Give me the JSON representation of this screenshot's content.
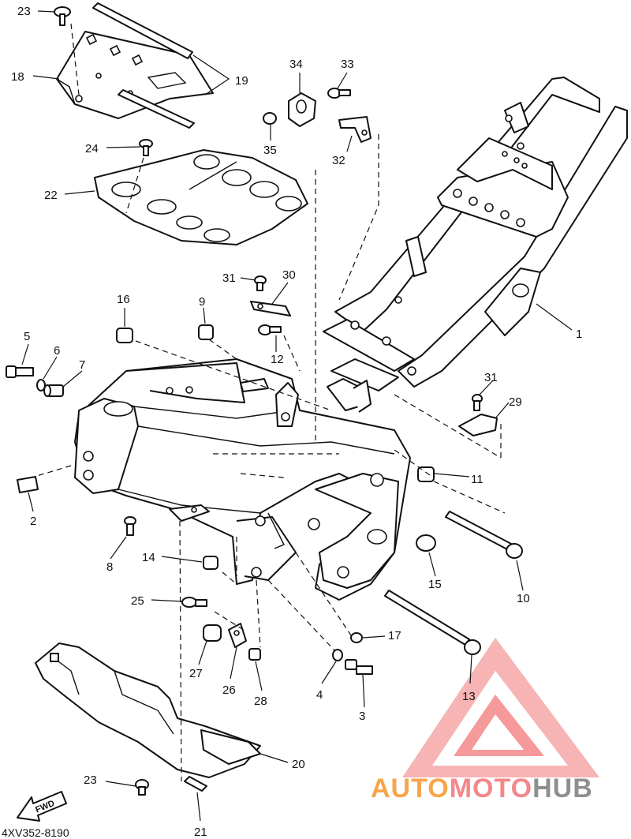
{
  "diagram": {
    "part_code": "4XV352-8190",
    "fwd_label": "FWD",
    "callouts": [
      {
        "id": "c23a",
        "label": "23"
      },
      {
        "id": "c18",
        "label": "18"
      },
      {
        "id": "c19",
        "label": "19"
      },
      {
        "id": "c24",
        "label": "24"
      },
      {
        "id": "c22",
        "label": "22"
      },
      {
        "id": "c34",
        "label": "34"
      },
      {
        "id": "c33",
        "label": "33"
      },
      {
        "id": "c35",
        "label": "35"
      },
      {
        "id": "c32",
        "label": "32"
      },
      {
        "id": "c31a",
        "label": "31"
      },
      {
        "id": "c30",
        "label": "30"
      },
      {
        "id": "c16",
        "label": "16"
      },
      {
        "id": "c9",
        "label": "9"
      },
      {
        "id": "c12",
        "label": "12"
      },
      {
        "id": "c5",
        "label": "5"
      },
      {
        "id": "c6",
        "label": "6"
      },
      {
        "id": "c7",
        "label": "7"
      },
      {
        "id": "c1",
        "label": "1"
      },
      {
        "id": "c31b",
        "label": "31"
      },
      {
        "id": "c29",
        "label": "29"
      },
      {
        "id": "c11",
        "label": "11"
      },
      {
        "id": "c2",
        "label": "2"
      },
      {
        "id": "c8",
        "label": "8"
      },
      {
        "id": "c14",
        "label": "14"
      },
      {
        "id": "c15",
        "label": "15"
      },
      {
        "id": "c10",
        "label": "10"
      },
      {
        "id": "c25",
        "label": "25"
      },
      {
        "id": "c17",
        "label": "17"
      },
      {
        "id": "c27",
        "label": "27"
      },
      {
        "id": "c26",
        "label": "26"
      },
      {
        "id": "c28",
        "label": "28"
      },
      {
        "id": "c4",
        "label": "4"
      },
      {
        "id": "c3",
        "label": "3"
      },
      {
        "id": "c13",
        "label": "13"
      },
      {
        "id": "c20",
        "label": "20"
      },
      {
        "id": "c23b",
        "label": "23"
      },
      {
        "id": "c21",
        "label": "21"
      }
    ]
  },
  "watermark": {
    "brand_part1": "AUTO",
    "brand_part2": "MOTO",
    "brand_part3": "HUB",
    "color_orange": "#f7a54a",
    "color_pink": "#f4878a",
    "color_grey": "#8f8f8f"
  }
}
